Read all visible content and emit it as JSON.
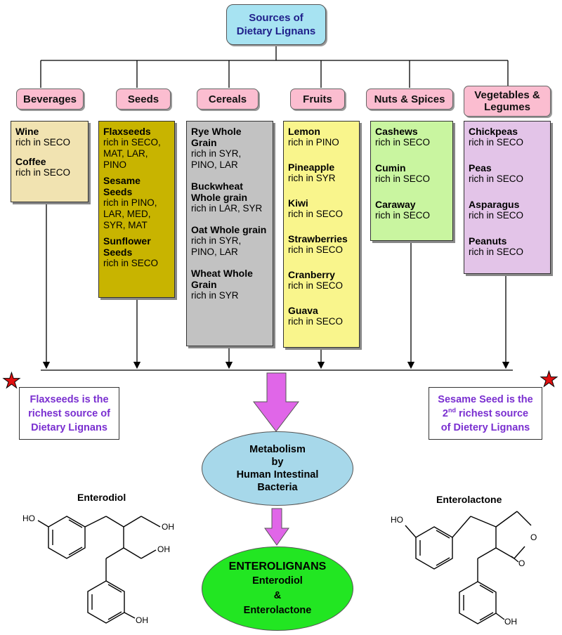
{
  "title": "Sources of\nDietary Lignans",
  "categories": [
    {
      "label": "Beverages"
    },
    {
      "label": "Seeds"
    },
    {
      "label": "Cereals"
    },
    {
      "label": "Fruits"
    },
    {
      "label": "Nuts & Spices"
    },
    {
      "label": "Vegetables & Legumes"
    }
  ],
  "beverages": [
    {
      "name": "Wine",
      "desc": "rich in SECO"
    },
    {
      "name": "Coffee",
      "desc": "rich in SECO"
    }
  ],
  "seeds": [
    {
      "name": "Flaxseeds",
      "desc": "rich in SECO, MAT, LAR, PINO"
    },
    {
      "name": "Sesame Seeds",
      "desc": "rich in PINO, LAR, MED, SYR, MAT"
    },
    {
      "name": "Sunflower Seeds",
      "desc": "rich in SECO"
    }
  ],
  "cereals": [
    {
      "name": "Rye Whole Grain",
      "desc": "rich in SYR, PINO, LAR"
    },
    {
      "name": "Buckwheat Whole grain",
      "desc": "rich in LAR, SYR"
    },
    {
      "name": "Oat Whole grain",
      "desc": "rich in SYR, PINO, LAR"
    },
    {
      "name": "Wheat Whole Grain",
      "desc": "rich in SYR"
    }
  ],
  "fruits": [
    {
      "name": "Lemon",
      "desc": "rich in PINO"
    },
    {
      "name": "Pineapple",
      "desc": "rich in SYR"
    },
    {
      "name": "Kiwi",
      "desc": "rich in SECO"
    },
    {
      "name": "Strawberries",
      "desc": "rich in SECO"
    },
    {
      "name": "Cranberry",
      "desc": "rich in SECO"
    },
    {
      "name": "Guava",
      "desc": "rich in SECO"
    }
  ],
  "nuts": [
    {
      "name": "Cashews",
      "desc": "rich in SECO"
    },
    {
      "name": "Cumin",
      "desc": "rich in SECO"
    },
    {
      "name": "Caraway",
      "desc": "rich in SECO"
    }
  ],
  "vegetables": [
    {
      "name": "Chickpeas",
      "desc": "rich in SECO"
    },
    {
      "name": "Peas",
      "desc": "rich in SECO"
    },
    {
      "name": "Asparagus",
      "desc": "rich in SECO"
    },
    {
      "name": "Peanuts",
      "desc": "rich in SECO"
    }
  ],
  "notes": {
    "left": [
      "Flaxseeds is the",
      "richest source of",
      "Dietary Lignans"
    ],
    "right_line1": "Sesame Seed is the",
    "right_line2_num": "2",
    "right_line2_sup": "nd",
    "right_line2_rest": " richest source",
    "right_line3": "of Dietery Lignans"
  },
  "metabolism": [
    "Metabolism",
    "by",
    "Human Intestinal",
    "Bacteria"
  ],
  "enterolignans": {
    "title": "ENTEROLIGNANS",
    "line1": "Enterodiol",
    "line2": "&",
    "line3": "Enterolactone"
  },
  "molecules": {
    "left_title": "Enterodiol",
    "right_title": "Enterolactone",
    "ho": "HO",
    "oh": "OH",
    "o": "O"
  },
  "colors": {
    "beverages": "#f1e3b1",
    "seeds": "#c8b400",
    "cereals": "#c2c2c2",
    "fruits": "#f9f58c",
    "nuts": "#c9f5a0",
    "vegetables": "#e3c4e8",
    "arrow": "#e066e8",
    "ellipse_blue": "#a7d8ea",
    "ellipse_green": "#22e622"
  }
}
